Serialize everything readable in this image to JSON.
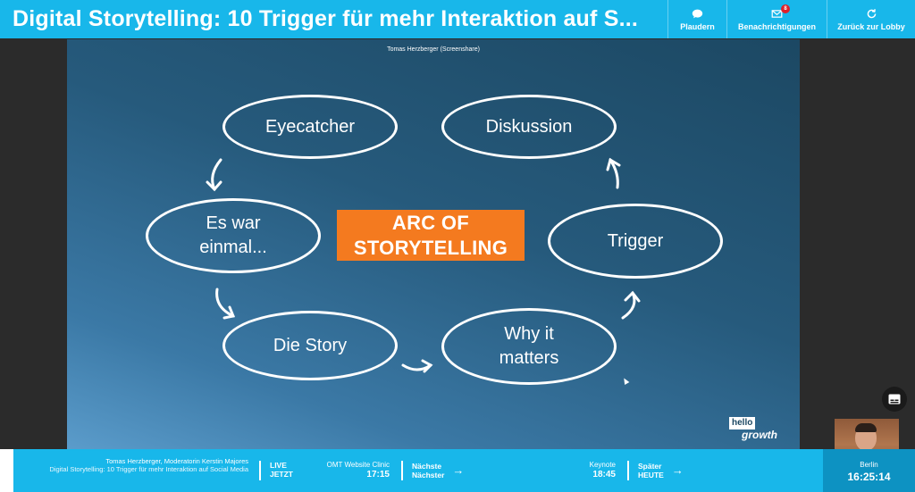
{
  "header": {
    "title": "Digital Storytelling: 10 Trigger für mehr Interaktion auf S...",
    "buttons": {
      "chat": "Plaudern",
      "notifications": "Benachrichtigungen",
      "notifications_count": "8",
      "lobby": "Zurück zur Lobby"
    }
  },
  "slide": {
    "screenshare_label": "Tomas Herzberger (Screenshare)",
    "center_title_line1": "ARC OF",
    "center_title_line2": "STORYTELLING",
    "nodes": {
      "eyecatcher": "Eyecatcher",
      "diskussion": "Diskussion",
      "es_war_line1": "Es war",
      "es_war_line2": "einmal...",
      "trigger": "Trigger",
      "die_story": "Die Story",
      "why_line1": "Why it",
      "why_line2": "matters"
    },
    "logo_hello": "hello",
    "logo_growth": "growth"
  },
  "bottom": {
    "speakers": "Tomas Herzberger, Moderatorin Kerstin Majores",
    "talk": "Digital Storytelling: 10 Trigger für mehr Interaktion auf Social Media",
    "live_line1": "LIVE",
    "live_line2": "JETZT",
    "slot1_name": "OMT Website Clinic",
    "slot1_time": "17:15",
    "next1_line1": "Nächste",
    "next1_line2": "Nächster",
    "slot2_name": "Keynote",
    "slot2_time": "18:45",
    "next2_line1": "Später",
    "next2_line2": "HEUTE",
    "city": "Berlin",
    "clock": "16:25:14"
  },
  "colors": {
    "header_bg": "#18b7ea",
    "accent_orange": "#f47a1f",
    "clock_bg": "#0d92c2"
  }
}
